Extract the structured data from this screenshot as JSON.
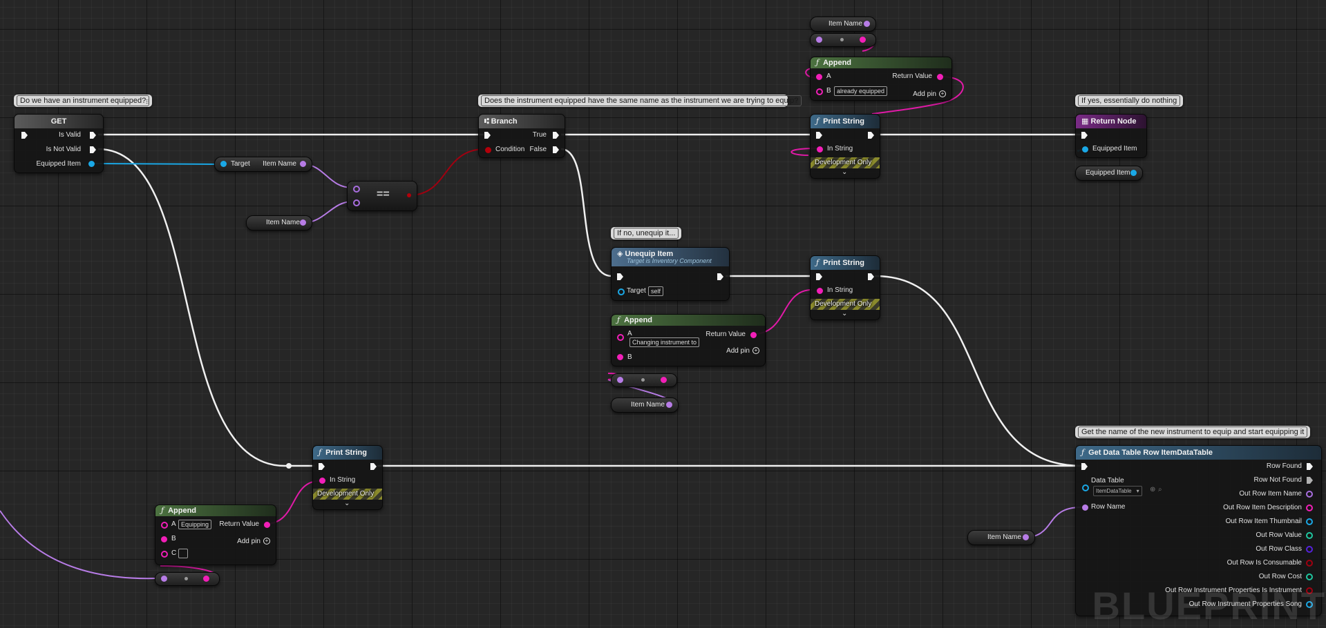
{
  "colors": {
    "exec_wire": "#f0f0f0",
    "string_pin": "#f21fb8",
    "object_pin": "#1aa8e6",
    "name_pin": "#b77ce6",
    "bool_pin": "#b3000a",
    "function_header": "#3e6988",
    "pure_header": "#4c7240",
    "return_header": "#7a2b86",
    "canvas": "#262626"
  },
  "comments": {
    "instrument_equipped": "Do we have an instrument equipped?",
    "same_name": "Does the instrument equipped have the same name as the instrument we are trying to equip?",
    "if_yes": "If yes, essentially do nothing",
    "if_no": "If no, unequip it...",
    "get_name": "Get the name of the new instrument to equip and start equipping it"
  },
  "get_node": {
    "title": "GET",
    "is_valid": "Is Valid",
    "is_not_valid": "Is Not Valid",
    "equipped_item": "Equipped Item"
  },
  "target_item_name": {
    "target": "Target",
    "item_name": "Item Name"
  },
  "item_name_var": "Item Name",
  "equals_node": {
    "symbol": "=="
  },
  "branch_node": {
    "title": "Branch",
    "condition": "Condition",
    "true": "True",
    "false": "False"
  },
  "append_top": {
    "title": "Append",
    "a": "A",
    "b": "B",
    "b_value": "already equipped",
    "return_value": "Return Value",
    "add_pin": "Add pin"
  },
  "print_string_top": {
    "title": "Print String",
    "in_string": "In String",
    "dev_only": "Development Only"
  },
  "return_node": {
    "title": "Return Node",
    "equipped_item": "Equipped Item"
  },
  "equipped_item_var": "Equipped Item",
  "unequip_node": {
    "title": "Unequip Item",
    "subtitle": "Target is Inventory Component",
    "target": "Target",
    "target_value": "self"
  },
  "print_string_mid": {
    "title": "Print String",
    "in_string": "In String",
    "dev_only": "Development Only"
  },
  "append_mid": {
    "title": "Append",
    "a": "A",
    "a_value": "Changing instrument to",
    "b": "B",
    "return_value": "Return Value",
    "add_pin": "Add pin"
  },
  "print_string_bottom": {
    "title": "Print String",
    "in_string": "In String",
    "dev_only": "Development Only"
  },
  "append_bottom": {
    "title": "Append",
    "a": "A",
    "a_value": "Equipping",
    "b": "B",
    "c": "C",
    "c_value": "",
    "return_value": "Return Value",
    "add_pin": "Add pin"
  },
  "data_table_node": {
    "title": "Get Data Table Row ItemDataTable",
    "data_table": "Data Table",
    "data_table_value": "ItemDataTable",
    "row_name": "Row Name",
    "outputs": [
      "Row Found",
      "Row Not Found",
      "Out Row Item Name",
      "Out Row Item Description",
      "Out Row Item Thumbnail",
      "Out Row Value",
      "Out Row Class",
      "Out Row Is Consumable",
      "Out Row Cost",
      "Out Row Instrument Properties Is Instrument",
      "Out Row Instrument Properties Song"
    ]
  },
  "watermark": "BLUEPRINT"
}
